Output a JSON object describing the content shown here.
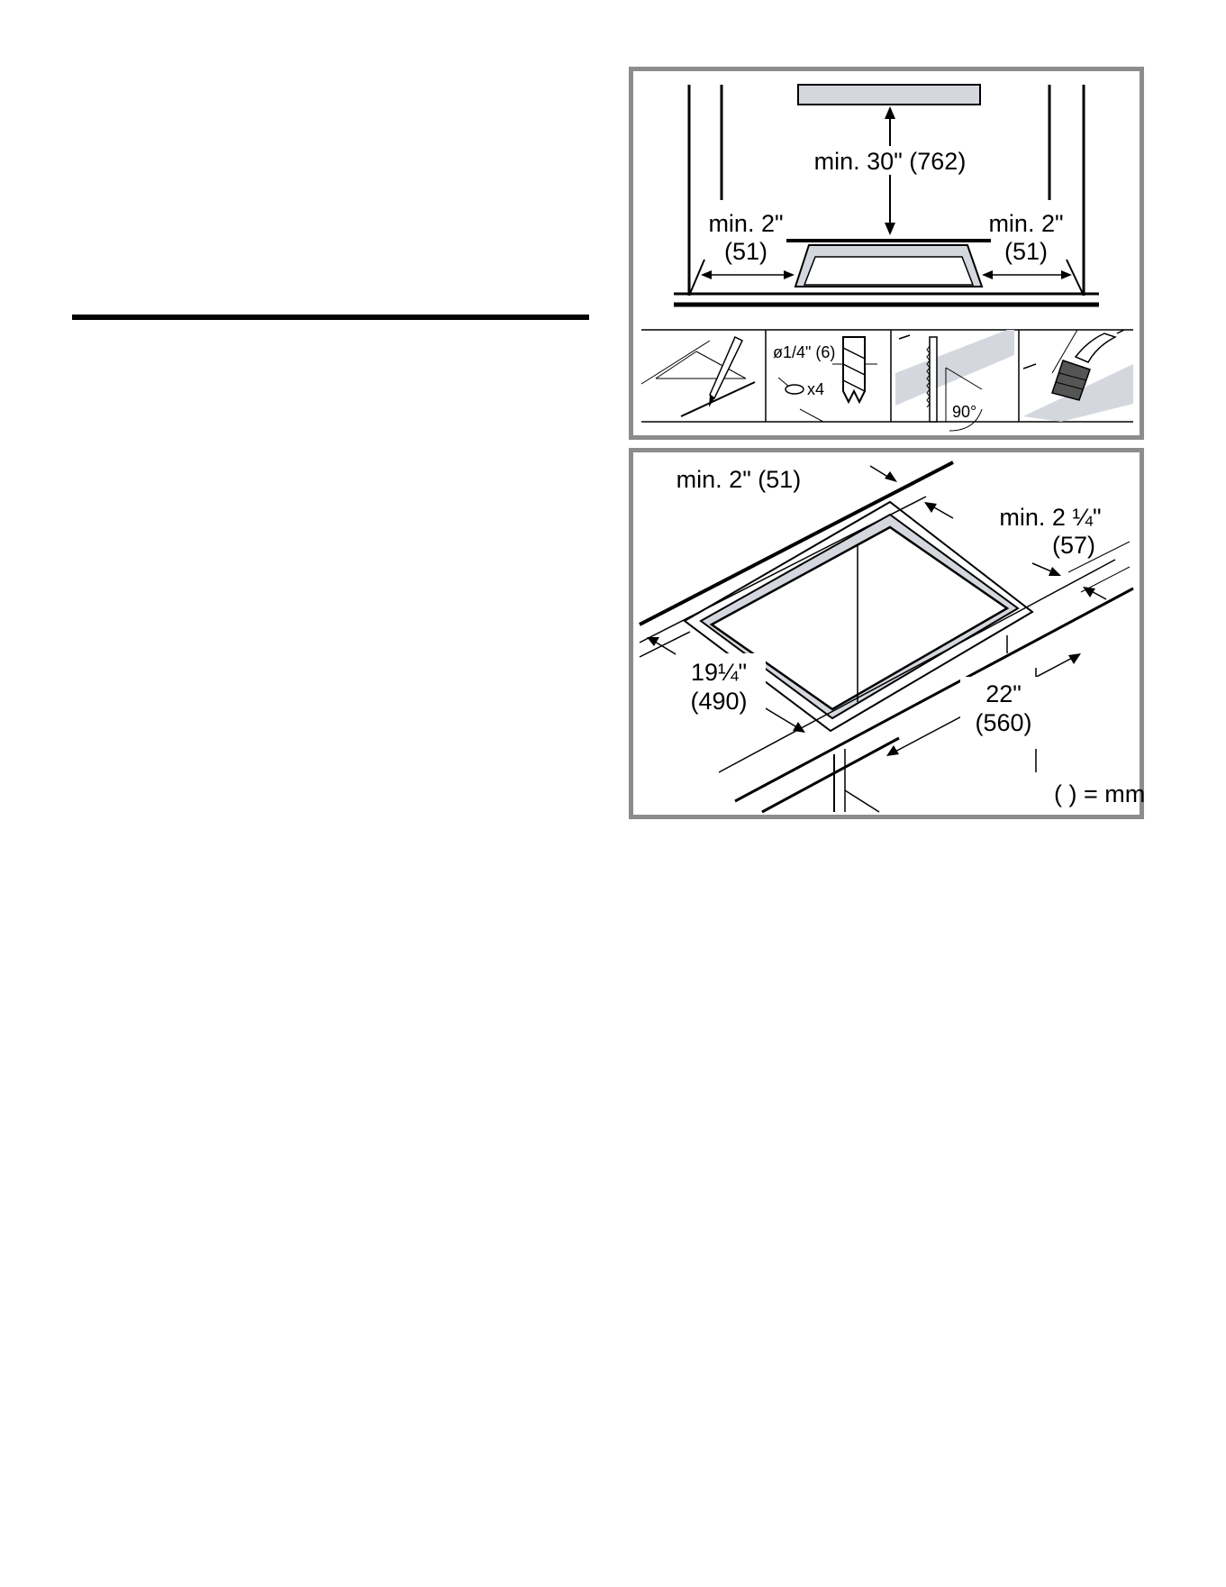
{
  "section_divider": true,
  "figure_top": {
    "labels": {
      "upper_clearance": "min. 30\" (762)",
      "left_clearance_line1": "min. 2\"",
      "left_clearance_line2": "(51)",
      "right_clearance_line1": "min. 2\"",
      "right_clearance_line2": "(51)"
    },
    "steps": {
      "drill_size": "ø1/4\" (6)",
      "drill_count": "x4",
      "angle": "90°"
    }
  },
  "figure_bottom": {
    "labels": {
      "back_clearance": "min. 2\" (51)",
      "side_clearance_line1": "min. 2 ¼\"",
      "side_clearance_line2": "(57)",
      "depth_line1": "19¼\"",
      "depth_line2": "(490)",
      "width_line1": "22\"",
      "width_line2": "(560)",
      "unit_note": "( ) = mm"
    }
  },
  "colors": {
    "frame": "#8c8c8c",
    "fill_gray": "#d4d7de"
  }
}
